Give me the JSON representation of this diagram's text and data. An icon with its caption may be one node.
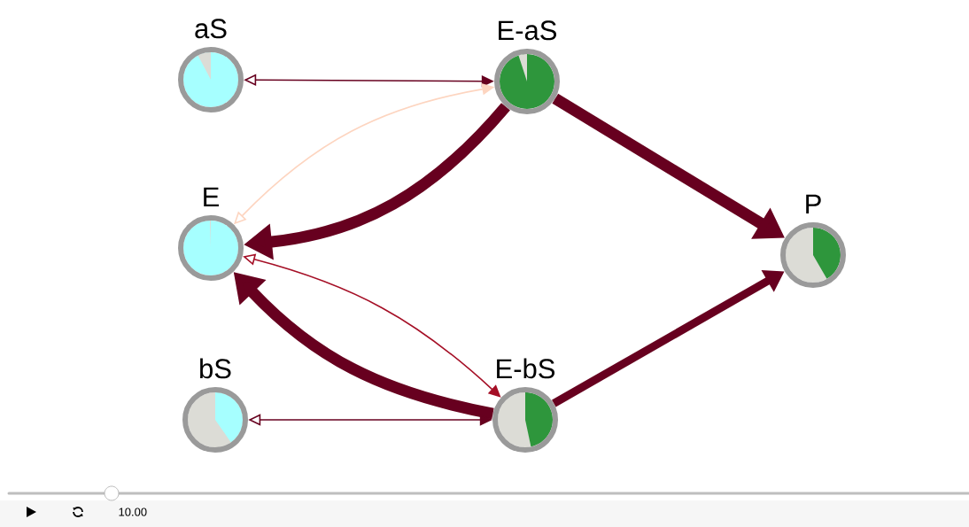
{
  "diagram": {
    "nodes": [
      {
        "text": [
          "aS"
        ]
      },
      {
        "text": [
          "E-aS"
        ]
      },
      {
        "text": [
          "E"
        ]
      },
      {
        "text": [
          "P"
        ]
      },
      {
        "text": [
          "bS"
        ]
      },
      {
        "text": [
          "E-bS"
        ]
      }
    ],
    "edges": [
      {
        "from": 0,
        "to": 1,
        "arrow": "both"
      },
      {
        "from": 1,
        "to": 2,
        "arrow": "to",
        "style": "thick"
      },
      {
        "from": 2,
        "to": 1,
        "arrow": "both",
        "color": "#fdd5c0"
      },
      {
        "from": 1,
        "to": 3,
        "arrow": "to",
        "style": "thick"
      },
      {
        "from": 2,
        "to": 5,
        "arrow": "both",
        "color": "#a50f26"
      },
      {
        "from": 5,
        "to": 2,
        "arrow": "to",
        "style": "thick"
      },
      {
        "from": 4,
        "to": 5,
        "arrow": "both"
      },
      {
        "from": 5,
        "to": 3,
        "arrow": "to",
        "style": "thick"
      }
    ],
    "labels": [
      "10.00"
    ]
  }
}
